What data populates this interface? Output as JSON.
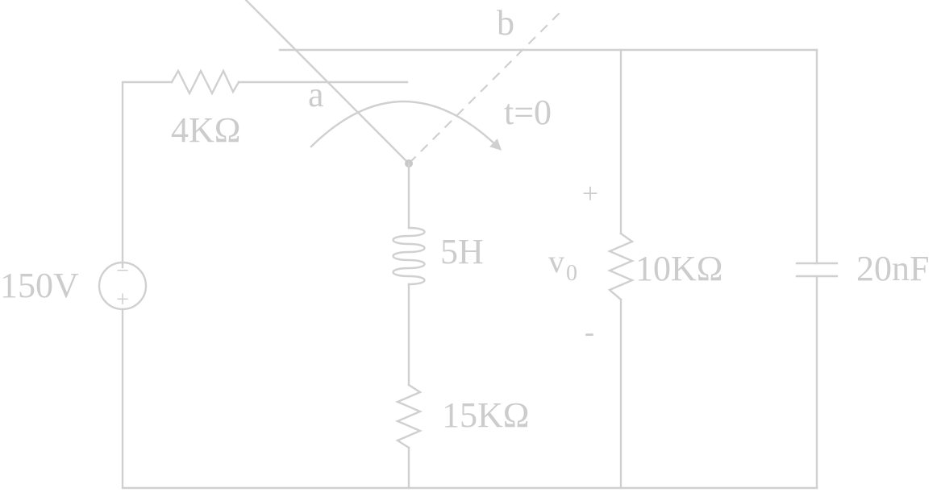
{
  "labels": {
    "source": "150V",
    "source_minus": "−",
    "source_plus": "+",
    "r1": "4KΩ",
    "switch_a": "a",
    "switch_b": "b",
    "switch_time": "t=0",
    "inductor": "5H",
    "r3": "15KΩ",
    "vout_plus": "+",
    "vout_minus": "-",
    "vout_v": "v",
    "vout_sub": "0",
    "r2": "10KΩ",
    "capacitor": "20nF"
  },
  "colors": {
    "stroke": "#d0d0d0",
    "text": "#cccccc",
    "background": "#ffffff"
  }
}
